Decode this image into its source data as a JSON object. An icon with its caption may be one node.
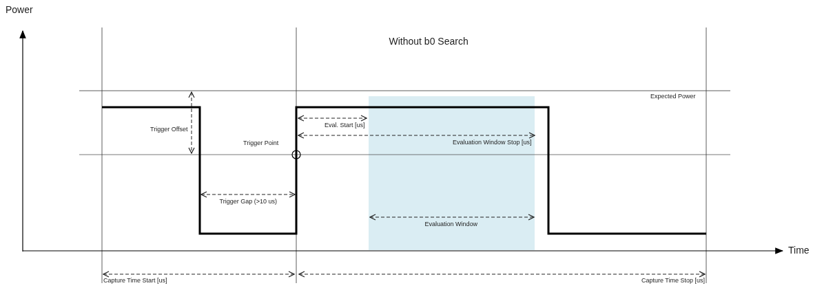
{
  "diagram": {
    "title": "Without b0 Search",
    "labels": [
      "Power",
      "Expected Power",
      "Eval. Start [us]",
      "Trigger Offset",
      "Trigger Point",
      "Evaluation Window Stop [us]",
      "Trigger Gap (>10 us)",
      "Evaluation Window",
      "Time",
      "Capture Time Start [us]",
      "Capture Time Stop [us]"
    ]
  }
}
